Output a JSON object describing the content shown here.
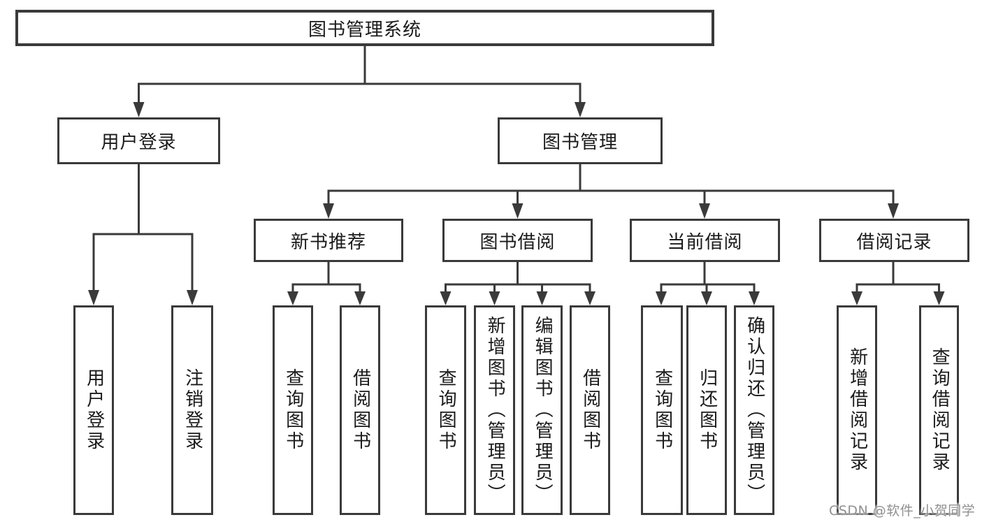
{
  "diagram": {
    "title": "图书管理系统",
    "root": {
      "label": "图书管理系统"
    },
    "level2": [
      {
        "label": "用户登录"
      },
      {
        "label": "图书管理"
      }
    ],
    "level3": [
      {
        "label": "新书推荐"
      },
      {
        "label": "图书借阅"
      },
      {
        "label": "当前借阅"
      },
      {
        "label": "借阅记录"
      }
    ],
    "groups": [
      {
        "parent": "用户登录",
        "leaves": [
          "用户登录",
          "注销登录"
        ]
      },
      {
        "parent": "新书推荐",
        "leaves": [
          "查询图书",
          "借阅图书"
        ]
      },
      {
        "parent": "图书借阅",
        "leaves": [
          "查询图书",
          "新增图书（管理员）",
          "编辑图书（管理员）",
          "借阅图书"
        ]
      },
      {
        "parent": "当前借阅",
        "leaves": [
          "查询图书",
          "归还图书",
          "确认归还（管理员）"
        ]
      },
      {
        "parent": "借阅记录",
        "leaves": [
          "新增借阅记录",
          "查询借阅记录"
        ]
      }
    ]
  },
  "watermark": "CSDN @软件_小贺同学",
  "colors": {
    "line": "#3a3a3a",
    "text": "#1a1a1a",
    "background": "#ffffff",
    "watermark": "#909090"
  }
}
